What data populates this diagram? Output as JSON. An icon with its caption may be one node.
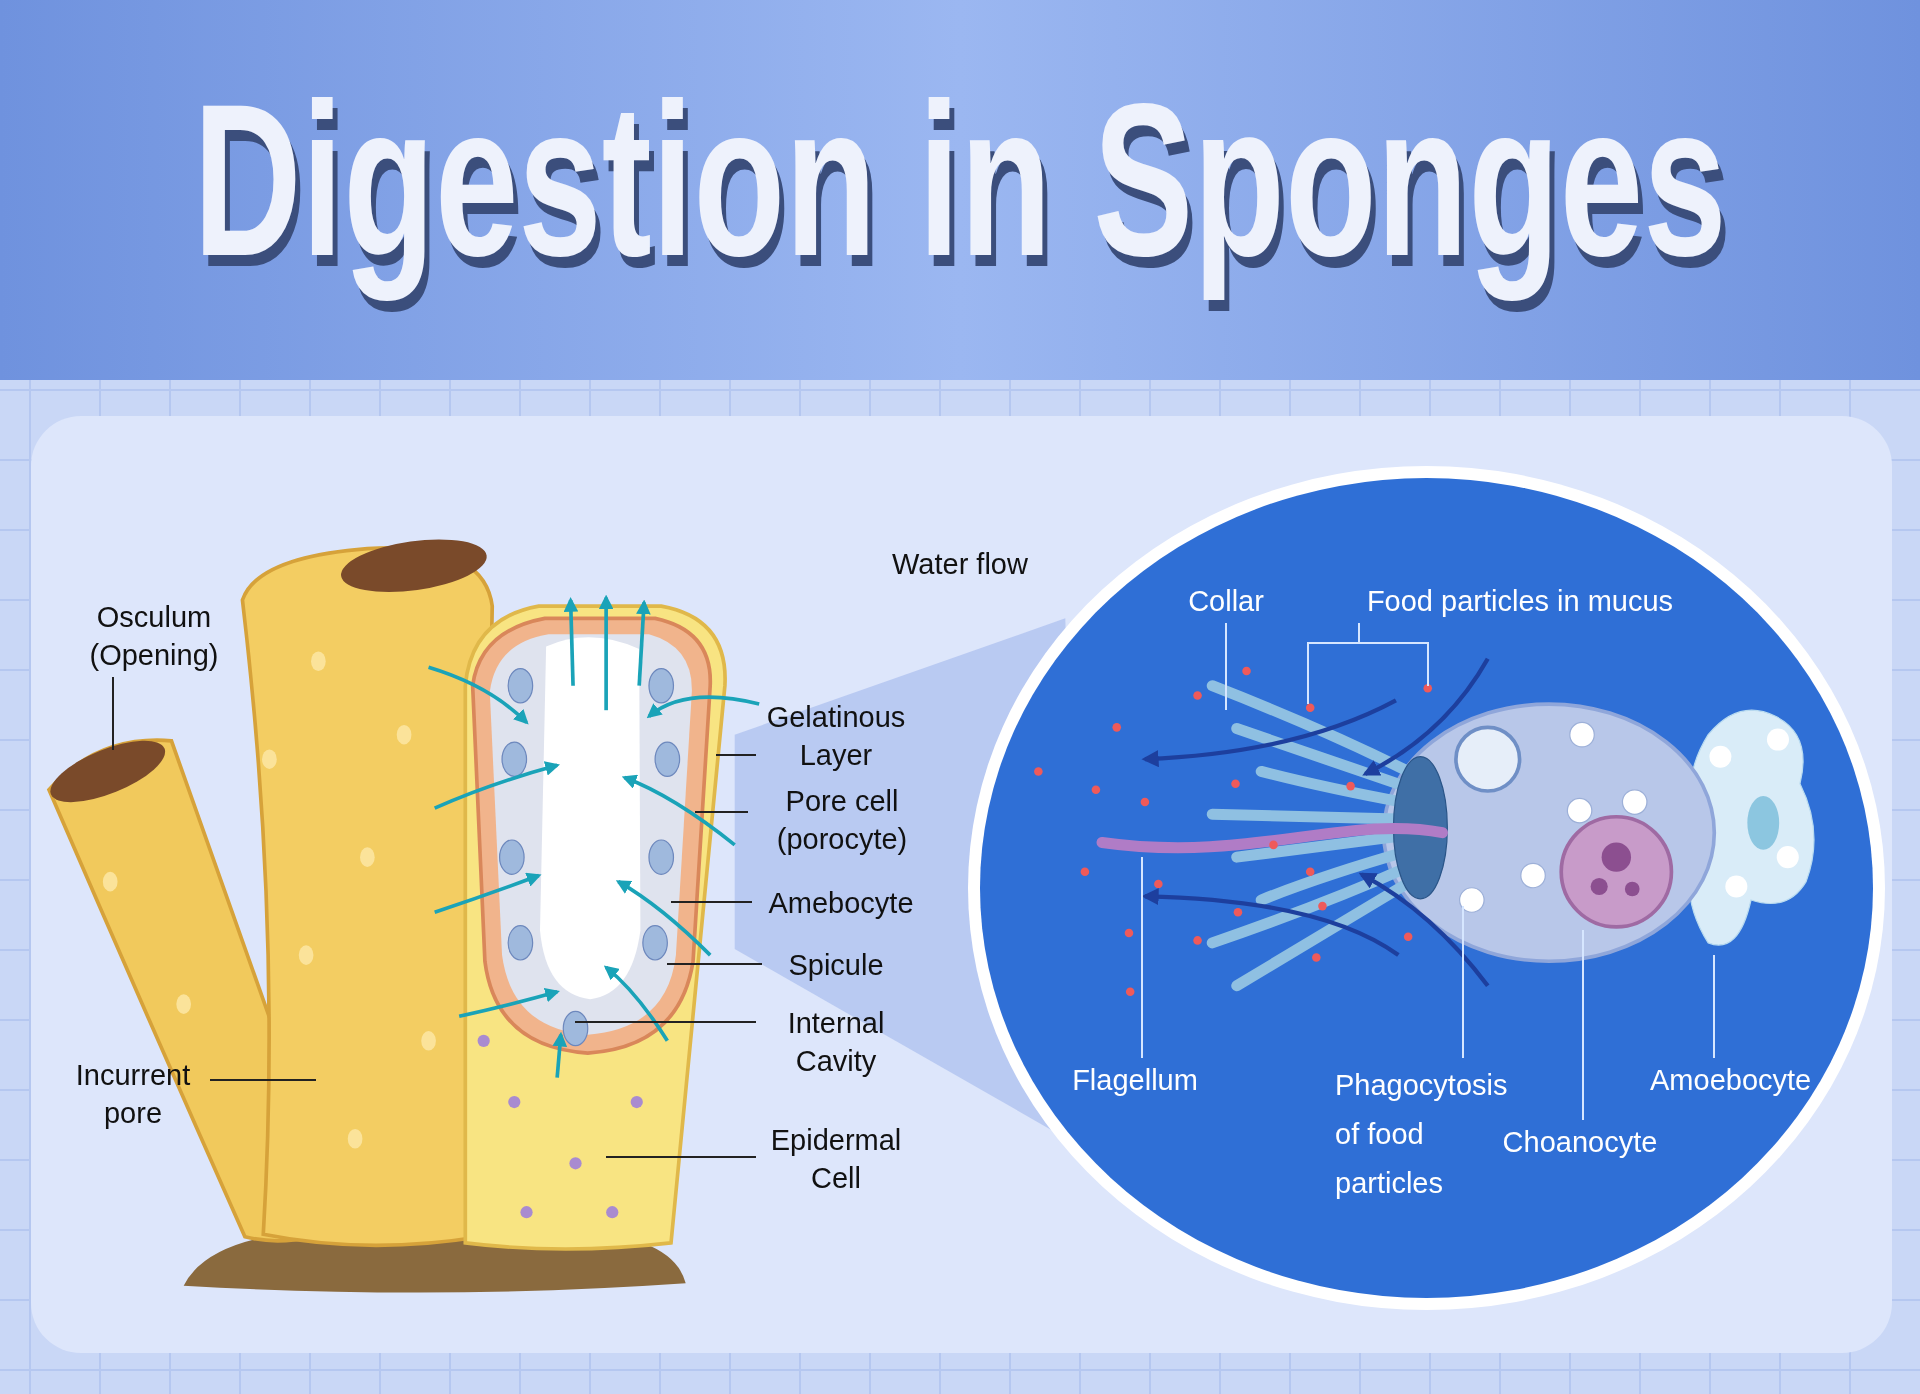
{
  "diagram": {
    "title": "Digestion in Sponges",
    "nodes": [
      {
        "text": [
          "Osculum (Opening)"
        ]
      },
      {
        "text": [
          "Incurrent pore"
        ]
      },
      {
        "text": [
          "Gelatinous Layer"
        ]
      },
      {
        "text": [
          "Pore cell (porocyte)"
        ]
      },
      {
        "text": [
          "Amebocyte"
        ]
      },
      {
        "text": [
          "Spicule"
        ]
      },
      {
        "text": [
          "Internal Cavity"
        ]
      },
      {
        "text": [
          "Epidermal Cell"
        ]
      },
      {
        "text": [],
        "shape": "circle"
      },
      {
        "text": [
          "Collar"
        ],
        "in": 8
      },
      {
        "text": [
          "Food particles in mucus"
        ],
        "in": 8
      },
      {
        "text": [
          "Flagellum"
        ],
        "in": 8
      },
      {
        "text": [
          "Phagocytosis of food particles"
        ],
        "in": 8
      },
      {
        "text": [
          "Choanocyte"
        ],
        "in": 8
      },
      {
        "text": [
          "Amoebocyte"
        ],
        "in": 8
      }
    ],
    "edges": [
      {
        "from": 0,
        "to": null,
        "arrow": "none"
      },
      {
        "from": 1,
        "to": null,
        "arrow": "none"
      },
      {
        "from": 2,
        "to": null,
        "arrow": "none"
      },
      {
        "from": 3,
        "to": null,
        "arrow": "none"
      },
      {
        "from": 4,
        "to": null,
        "arrow": "none"
      },
      {
        "from": 5,
        "to": null,
        "arrow": "none"
      },
      {
        "from": 6,
        "to": null,
        "arrow": "none"
      },
      {
        "from": 7,
        "to": null,
        "arrow": "none"
      },
      {
        "from": 9,
        "to": null,
        "arrow": "none",
        "color": "#d6e6ff"
      },
      {
        "from": 10,
        "to": null,
        "arrow": "none",
        "color": "#d6e6ff"
      },
      {
        "from": 10,
        "to": null,
        "arrow": "none",
        "color": "#d6e6ff"
      },
      {
        "from": 11,
        "to": null,
        "arrow": "none",
        "color": "#d6e6ff"
      },
      {
        "from": 12,
        "to": null,
        "arrow": "none",
        "color": "#d6e6ff"
      },
      {
        "from": 13,
        "to": null,
        "arrow": "none",
        "color": "#d6e6ff"
      },
      {
        "from": 14,
        "to": null,
        "arrow": "none",
        "color": "#d6e6ff"
      }
    ],
    "labels": [
      "Water flow"
    ]
  }
}
